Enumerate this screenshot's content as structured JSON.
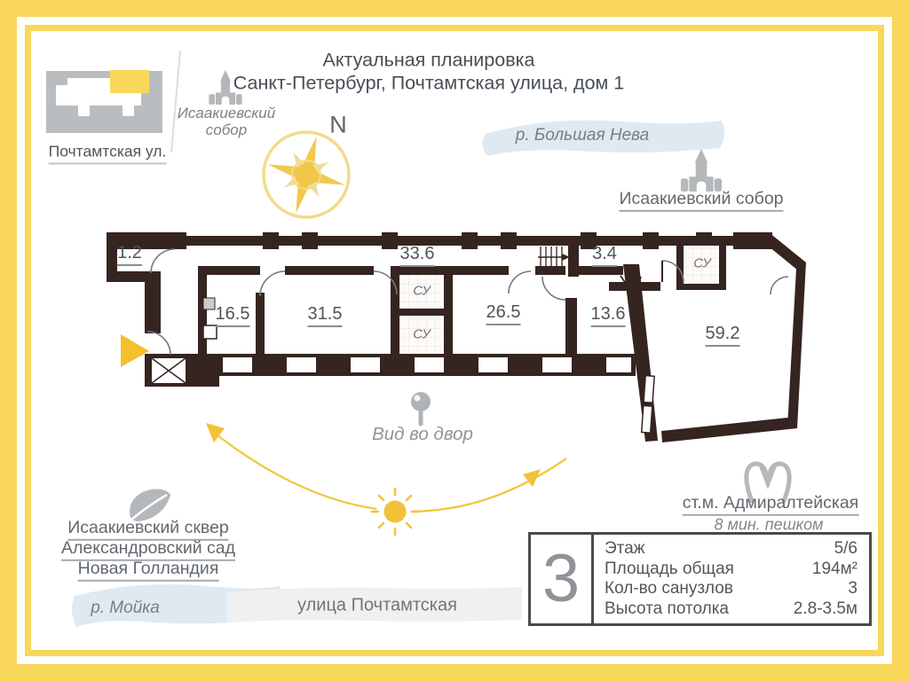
{
  "header": {
    "title_line1": "Актуальная планировка",
    "title_line2": "Санкт-Петербург, Почтамтская улица, дом 1"
  },
  "logo": {
    "caption": "Почтамтская ул."
  },
  "compass": {
    "north_label": "N"
  },
  "map_labels": {
    "cathedral_left_line1": "Исаакиевский",
    "cathedral_left_line2": "собор",
    "cathedral_right": "Исаакиевский собор",
    "river_neva": "р. Большая Нева",
    "river_moyka": "р. Мойка",
    "street": "улица Почтамтская",
    "courtyard_view": "Вид во двор",
    "parks": [
      {
        "name": "Исаакиевский сквер"
      },
      {
        "name": "Александровский сад"
      },
      {
        "name": "Новая Голландия"
      }
    ],
    "metro_station": "ст.м. Адмиралтейская",
    "metro_walk_time": "8 мин. пешком"
  },
  "plan": {
    "rooms": [
      {
        "area": "1.2"
      },
      {
        "area": "33.6"
      },
      {
        "area": "3.4"
      },
      {
        "area": "16.5"
      },
      {
        "area": "31.5"
      },
      {
        "area": "26.5"
      },
      {
        "area": "13.6"
      },
      {
        "area": "59.2"
      }
    ],
    "bathrooms": [
      {
        "label": "СУ"
      },
      {
        "label": "СУ"
      },
      {
        "label": "СУ"
      }
    ]
  },
  "summary": {
    "big_number": "3",
    "rows": [
      {
        "label": "Этаж",
        "value": "5/6"
      },
      {
        "label": "Площадь общая",
        "value": "194м²"
      },
      {
        "label": "Кол-во санузлов",
        "value": "3"
      },
      {
        "label": "Высота потолка",
        "value": "2.8-3.5м"
      }
    ]
  },
  "colors": {
    "frame_yellow": "#F8D75A",
    "accent_yellow": "#F2C237",
    "wall_dark": "#352420",
    "icon_gray": "#B5B8BB",
    "text_gray": "#53595F",
    "water_blue": "#DFE9F1"
  }
}
